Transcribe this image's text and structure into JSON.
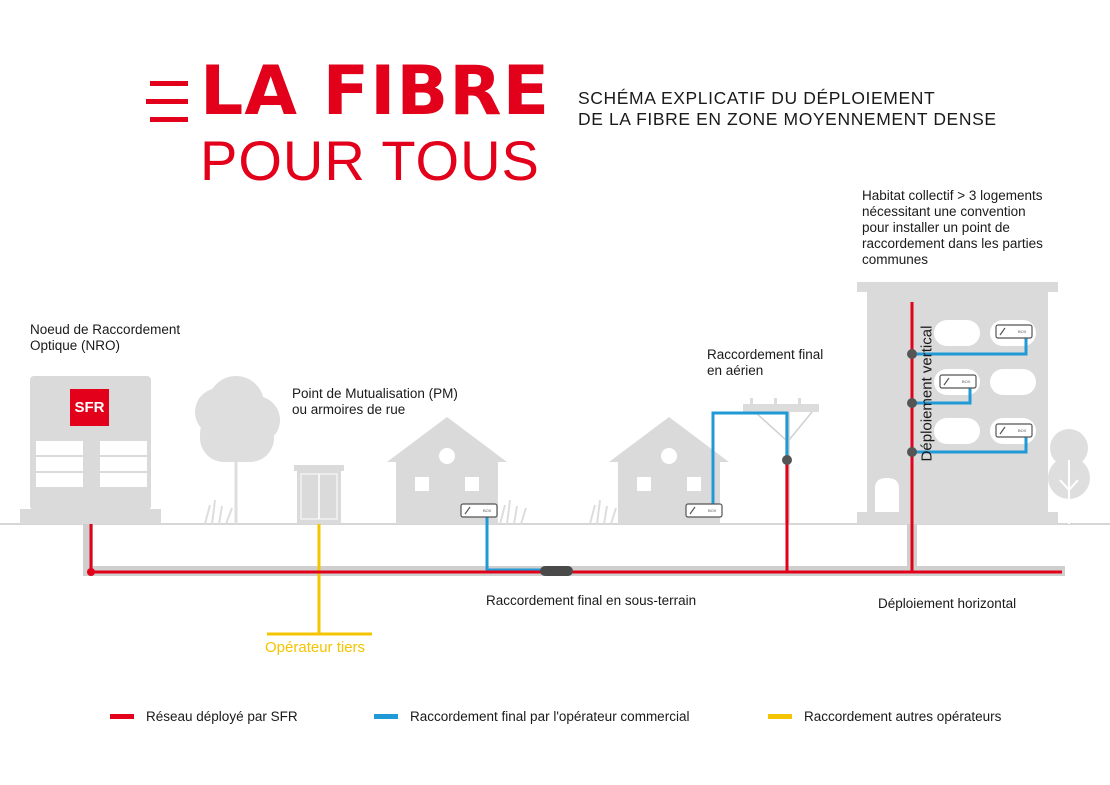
{
  "title": {
    "line1": "LA FIBRE",
    "line2": "POUR TOUS",
    "subtitle_line1": "SCHÉMA EXPLICATIF DU DÉPLOIEMENT",
    "subtitle_line2": "DE LA FIBRE EN ZONE MOYENNEMENT DENSE"
  },
  "labels": {
    "nro_line1": "Noeud de Raccordement",
    "nro_line2": "Optique (NRO)",
    "pm_line1": "Point de Mutualisation (PM)",
    "pm_line2": "ou armoires de rue",
    "aerial_line1": "Raccordement final",
    "aerial_line2": "en aérien",
    "building_line1": "Habitat collectif > 3 logements",
    "building_line2": "nécessitant une convention",
    "building_line3": "pour installer un point de",
    "building_line4": "raccordement dans les parties",
    "building_line5": "communes",
    "vertical": "Déploiement vertical",
    "underground": "Raccordement final en sous-terrain",
    "horizontal": "Déploiement horizontal",
    "third_party": "Opérateur tiers",
    "sfr_logo": "SFR",
    "box": "BOX"
  },
  "legend": [
    {
      "label": "Réseau déployé par SFR",
      "color": "#e2001a"
    },
    {
      "label": "Raccordement final par l'opérateur commercial",
      "color": "#1f9ad6"
    },
    {
      "label": "Raccordement autres opérateurs",
      "color": "#f5c400"
    }
  ],
  "colors": {
    "sfr_red": "#e2001a",
    "commercial_blue": "#1f9ad6",
    "third_party_yellow": "#f5c400",
    "structure_gray": "#d9d9d9"
  }
}
